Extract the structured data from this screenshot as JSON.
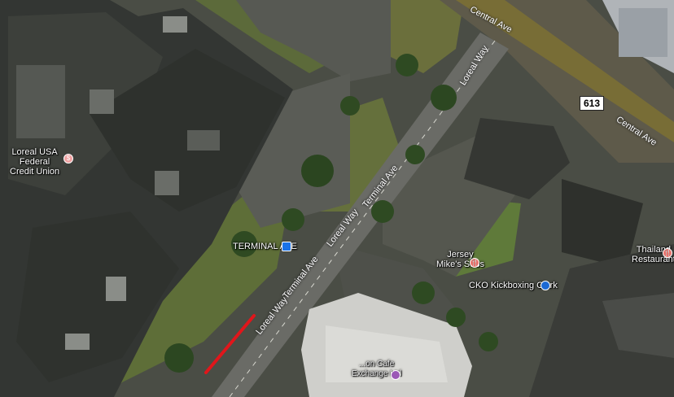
{
  "roads": {
    "central_ave_1": "Central Ave",
    "central_ave_2": "Central Ave",
    "loreal_way_1": "Loreal Way",
    "loreal_way_2": "Loreal Way",
    "loreal_way_3": "Loreal Way",
    "terminal_ave_1": "Terminal Ave",
    "terminal_ave_2": "Terminal Ave",
    "route_shield": "613"
  },
  "places": {
    "credit_union": [
      "Loreal USA",
      "Federal",
      "Credit Union"
    ],
    "terminal_ave": "TERMINAL AVE",
    "jersey_mikes": [
      "Jersey",
      "Mike's Subs"
    ],
    "cko": "CKO Kickboxing Clark",
    "thailand": [
      "Thailand",
      "Restaurant"
    ],
    "exchange_partial": [
      "...on Cafe",
      "Exchange Ltd"
    ]
  },
  "colors": {
    "route_highlight": "#e0161b",
    "poi_food": "#e8716a",
    "poi_finance": "#f0a0a0",
    "bus_stop": "#1a73e8"
  },
  "icons": {
    "credit_union": "credit-union-icon",
    "bus_stop": "bus-stop-icon",
    "restaurant": "restaurant-icon",
    "bmw": "bmw-icon"
  }
}
